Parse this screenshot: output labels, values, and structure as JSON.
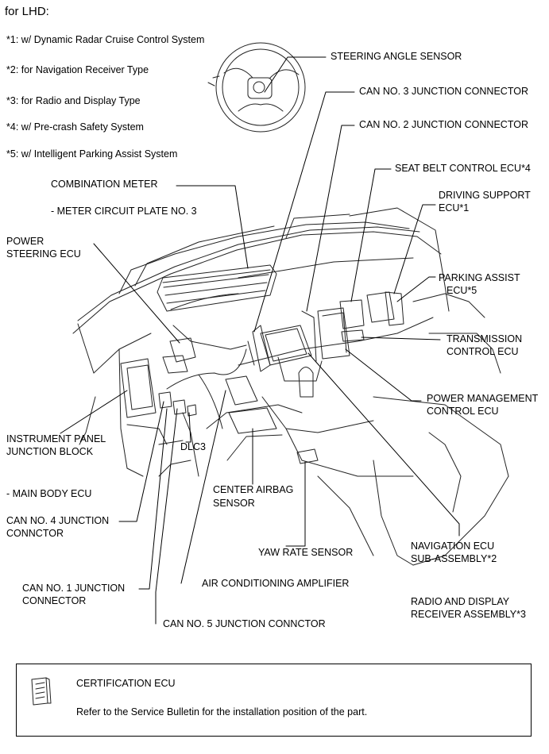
{
  "heading": "for LHD:",
  "notes": [
    "*1: w/ Dynamic Radar Cruise Control System",
    "*2: for Navigation Receiver Type",
    "*3: for Radio and Display Type",
    "*4: w/ Pre-crash Safety System",
    "*5: w/ Intelligent Parking Assist System"
  ],
  "labels": {
    "steering_angle_sensor": "STEERING ANGLE SENSOR",
    "can3": "CAN NO. 3 JUNCTION CONNECTOR",
    "can2": "CAN NO. 2 JUNCTION CONNECTOR",
    "seat_belt": "SEAT BELT CONTROL ECU*4",
    "driving_support_1": "DRIVING SUPPORT",
    "driving_support_2": "ECU*1",
    "combination_meter": "COMBINATION METER",
    "meter_plate": "- METER CIRCUIT PLATE NO. 3",
    "power_steering_1": "POWER",
    "power_steering_2": "STEERING ECU",
    "parking_assist_1": "PARKING ASSIST",
    "parking_assist_2": "ECU*5",
    "transmission_1": "TRANSMISSION",
    "transmission_2": "CONTROL ECU",
    "power_mgmt_1": "POWER MANAGEMENT",
    "power_mgmt_2": "CONTROL ECU",
    "ipjb_1": "INSTRUMENT PANEL",
    "ipjb_2": "JUNCTION BLOCK",
    "dlc3": "DLC3",
    "main_body": "- MAIN BODY ECU",
    "center_airbag_1": "CENTER AIRBAG",
    "center_airbag_2": "SENSOR",
    "can4_1": "CAN NO. 4 JUNCTION",
    "can4_2": "CONNCTOR",
    "yaw_rate": "YAW RATE SENSOR",
    "navigation_1": "NAVIGATION ECU",
    "navigation_2": "SUB-ASSEMBLY*2",
    "can1_1": "CAN NO. 1 JUNCTION",
    "can1_2": "CONNECTOR",
    "air_con": "AIR CONDITIONING AMPLIFIER",
    "radio_1": "RADIO AND DISPLAY",
    "radio_2": "RECEIVER ASSEMBLY*3",
    "can5": "CAN NO. 5 JUNCTION CONNCTOR"
  },
  "footer": {
    "certification": "CERTIFICATION ECU",
    "note": "Refer to the Service Bulletin for the installation position of the part."
  }
}
